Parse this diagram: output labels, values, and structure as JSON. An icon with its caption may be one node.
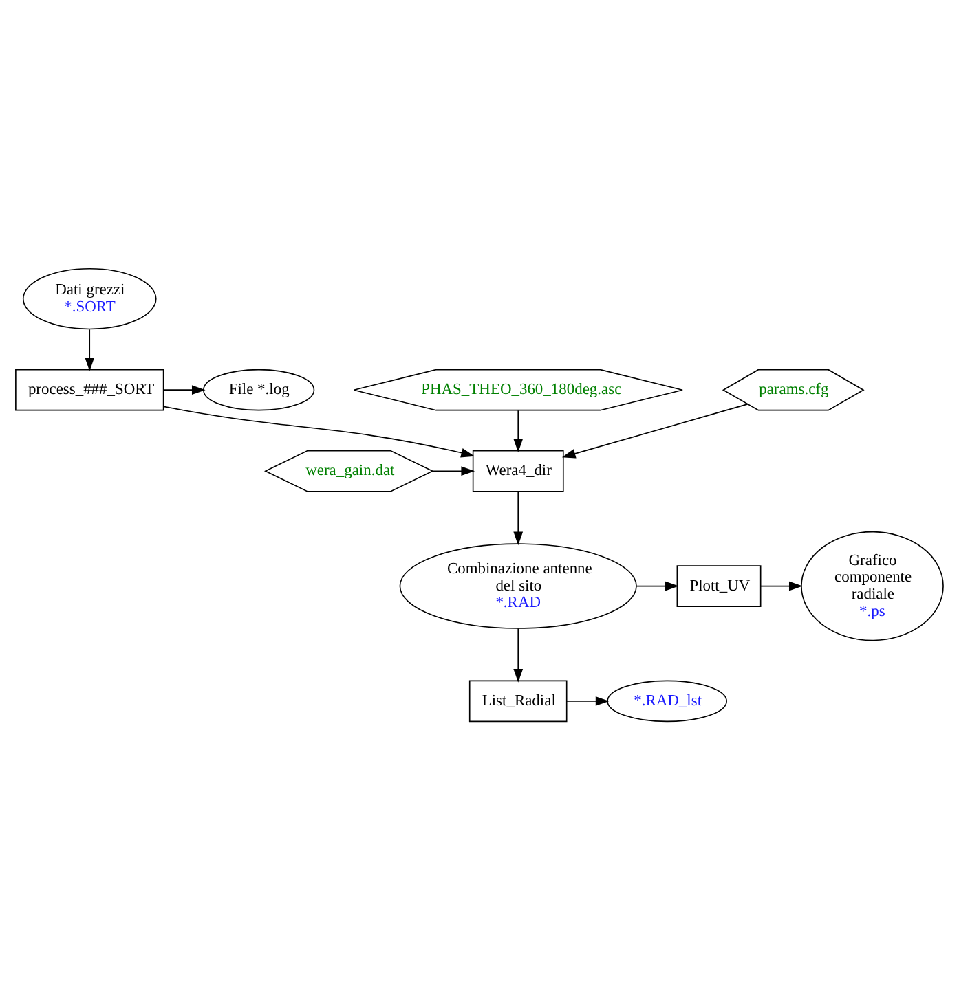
{
  "diagram": {
    "nodes": [
      {
        "text": [
          "Dati grezzi",
          "*.SORT"
        ]
      },
      {
        "text": [
          "process_###_SORT"
        ]
      },
      {
        "text": [
          "File *.log"
        ]
      },
      {
        "text": [
          "PHAS_THEO_360_180deg.asc"
        ]
      },
      {
        "text": [
          "Wera4_dir"
        ]
      },
      {
        "text": [
          "wera_gain.dat"
        ]
      },
      {
        "text": [
          "params.cfg"
        ]
      },
      {
        "text": [
          "Combinazione antenne del sito",
          "*.RAD"
        ]
      },
      {
        "text": [
          "Plott_UV"
        ]
      },
      {
        "text": [
          "Grafico componente radiale",
          "*.ps"
        ]
      },
      {
        "text": [
          "List_Radial"
        ]
      },
      {
        "text": [
          "*.RAD_lst"
        ]
      }
    ],
    "edges": [
      {
        "from": 0,
        "to": 1,
        "arrow": "to"
      },
      {
        "from": 1,
        "to": 2,
        "arrow": "to"
      },
      {
        "from": 1,
        "to": 4,
        "arrow": "to"
      },
      {
        "from": 3,
        "to": 4,
        "arrow": "to"
      },
      {
        "from": 5,
        "to": 4,
        "arrow": "to"
      },
      {
        "from": 6,
        "to": 4,
        "arrow": "to"
      },
      {
        "from": 4,
        "to": 7,
        "arrow": "to"
      },
      {
        "from": 7,
        "to": 8,
        "arrow": "to"
      },
      {
        "from": 8,
        "to": 9,
        "arrow": "to"
      },
      {
        "from": 7,
        "to": 10,
        "arrow": "to"
      },
      {
        "from": 10,
        "to": 11,
        "arrow": "to"
      }
    ]
  }
}
